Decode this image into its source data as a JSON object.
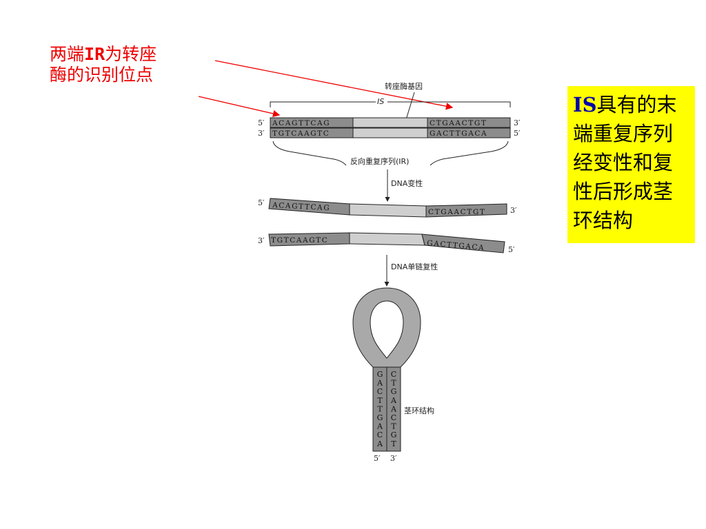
{
  "annotations": {
    "ir_note_line1_a": "两端",
    "ir_note_line1_b": "IR",
    "ir_note_line1_c": "为转座",
    "ir_note_line2": "酶的识别位点",
    "is_note_prefix": "IS",
    "is_note_text": "具有的末端重复序列经变性和复性后形成茎环结构"
  },
  "diagram": {
    "transposase_gene_label": "转座酶基因",
    "is_label": "IS",
    "ir_label": "反向重复序列(IR)",
    "step1_label": "DNA变性",
    "step2_label": "DNA单链复性",
    "stem_loop_label": "茎环结构",
    "five_prime": "5′",
    "three_prime": "3′",
    "left_top_seq": "ACAGTTCAG",
    "left_bottom_seq": "TGTCAAGTC",
    "right_top_seq": "CTGAACTGT",
    "right_bottom_seq": "GACTTGACA",
    "stem_left_seq": "GACTTGACA",
    "stem_right_seq": "CTGAACTGT"
  },
  "colors": {
    "red_text": "#ee0000",
    "highlight_box": "#ffff00",
    "ir_block": "#8c8c8c",
    "middle_block": "#cfcfcf",
    "loop": "#a9a9a9"
  }
}
